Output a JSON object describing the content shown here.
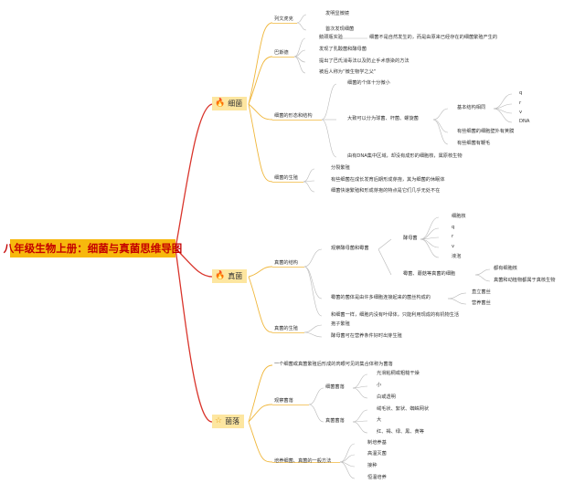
{
  "root": {
    "title": "八年级生物上册：细菌与真菌思维导图"
  },
  "branches": {
    "bacteria": {
      "icon": "flame-icon",
      "label": "细菌",
      "history": {
        "label": "列文虎克",
        "items": [
          "发明显微镜",
          "首次发现细菌"
        ]
      },
      "pasteur": {
        "label": "巴斯德",
        "items": [
          "鹅颈瓶实验",
          "发现了乳酸菌和酵母菌",
          "提出了巴氏消毒法以及防止手术感染的方法",
          "被后人称为“微生物学之父”"
        ],
        "experiment_note": "细菌不是自然发生的，而是由原来已经存在的细菌繁殖产生的"
      },
      "structure": {
        "label": "细菌的形态和结构",
        "size": "细菌的个体十分微小",
        "shapes": "大致可以分为球菌、杆菌、螺旋菌",
        "basic": {
          "label": "基本结构相同",
          "items": [
            "q",
            "r",
            "v",
            "DNA"
          ]
        },
        "capsule": "有些细菌的细胞壁外有荚膜",
        "flagella": "有些细菌有鞭毛",
        "dna_note": "由有DNA集中区域，却没有成形的细胞核，属原核生物"
      },
      "reproduction": {
        "label": "细菌的生殖",
        "items": [
          "分裂繁殖",
          "有些细菌在成长发育后期形成芽孢，其为细菌的休眠体",
          "细菌快速繁殖和形成芽孢的特点是它们几乎无处不在"
        ]
      }
    },
    "fungi": {
      "icon": "flame-icon",
      "label": "真菌",
      "structure": {
        "label": "真菌的结构",
        "observe": {
          "label": "观察酵母菌和霉菌",
          "yeast": {
            "label": "酵母菌",
            "items": [
              "细胞核",
              "q",
              "r",
              "v",
              "液泡"
            ]
          },
          "mold": {
            "label": "霉菌、蘑菇等真菌的细胞",
            "items": [
              "都有细胞核",
              "真菌和动植物都属于真核生物"
            ]
          }
        },
        "hyphae": {
          "label": "霉菌的菌体是由许多细胞连接起来的菌丝构成的",
          "items": [
            "直立菌丝",
            "营养菌丝"
          ]
        },
        "nutrition": "和细菌一样，细胞内没有叶绿体，只能利用现成的有机物生活"
      },
      "reproduction": {
        "label": "真菌的生殖",
        "items": [
          "孢子繁殖",
          "酵母菌可在营养条件好时出芽生殖"
        ]
      }
    },
    "colony": {
      "icon": "star-icon",
      "label": "菌落",
      "definition": "一个细菌或真菌繁殖后形成的肉眼可见的集合体称为菌落",
      "observe": {
        "label": "观察菌落",
        "bacterial": {
          "label": "细菌菌落",
          "items": [
            "光滑粘稠或粗糙干燥",
            "小",
            "白或透明"
          ]
        },
        "fungal": {
          "label": "真菌菌落",
          "items": [
            "绒毛状、絮状、蜘蛛网状",
            "大",
            "红、褐、绿、黑、黄等"
          ]
        }
      },
      "culture": {
        "label": "培养细菌、真菌的一般方法",
        "items": [
          "制培养基",
          "高温灭菌",
          "接种",
          "恒温培养"
        ]
      }
    }
  },
  "colors": {
    "root_fill": "#f7b80d",
    "root_text": "#c40000",
    "main_fill": "#fde6a0",
    "branch_line": "#d9342b",
    "sub_line": "#f0b73c",
    "leaf_line": "#b8b8b8"
  }
}
